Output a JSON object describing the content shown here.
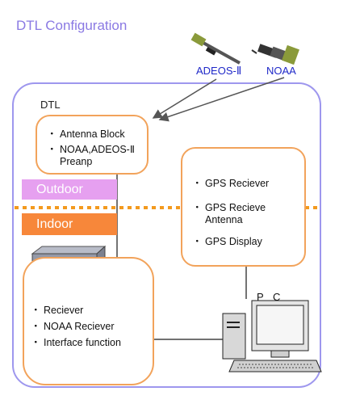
{
  "title": "DTL Configuration",
  "container_label": "DTL",
  "zones": {
    "outdoor": "Outdoor",
    "indoor": "Indoor"
  },
  "satellites": [
    {
      "label": "ADEOS-Ⅱ",
      "icon": "satellite-icon"
    },
    {
      "label": "NOAA",
      "icon": "satellite-icon"
    }
  ],
  "antenna_block": {
    "items": [
      "Antenna Block",
      "NOAA,ADEOS-Ⅱ\nPreanp"
    ]
  },
  "gps_block": {
    "items": [
      "GPS Reciever",
      "GPS Recieve\nAntenna",
      "GPS Display"
    ]
  },
  "receiver_block": {
    "items": [
      "Reciever",
      "NOAA Reciever",
      "Interface function"
    ]
  },
  "pc_label": "P C",
  "bullet": "・",
  "colors": {
    "title": "#8a79e3",
    "outer_border": "#9e97ee",
    "box_border": "#f2a35b",
    "outdoor_band": "#e6a0f0",
    "indoor_band": "#f7873a",
    "divider": "#f39a1e",
    "satellite_label": "#1f28c8"
  }
}
